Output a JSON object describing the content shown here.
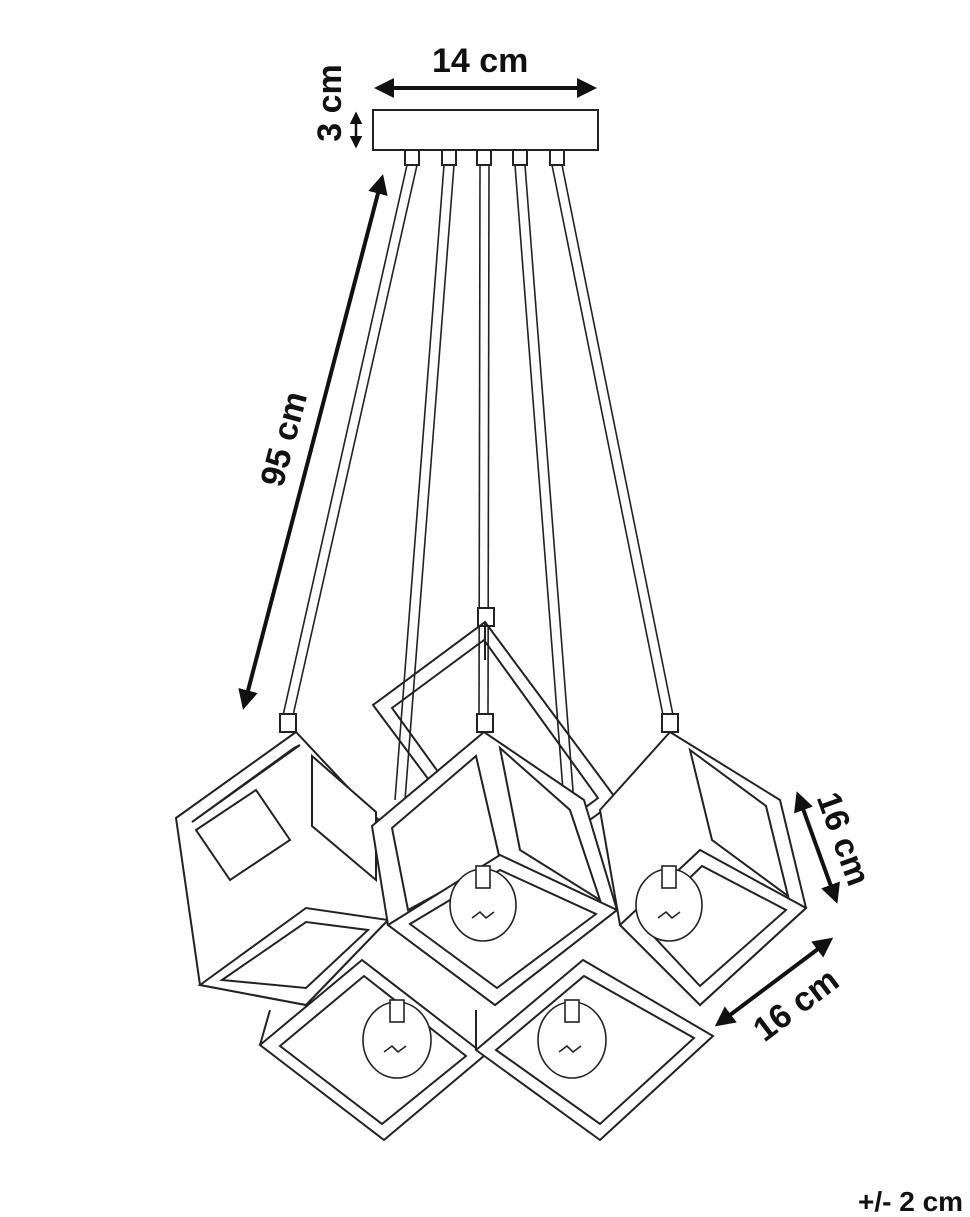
{
  "dimensions": {
    "canopy_width": "14 cm",
    "canopy_height": "3 cm",
    "cable_length": "95 cm",
    "shade_height": "16 cm",
    "shade_width": "16 cm"
  },
  "tolerance": "+/- 2 cm",
  "colors": {
    "line": "#222222",
    "dimension": "#111111",
    "background": "#ffffff"
  }
}
